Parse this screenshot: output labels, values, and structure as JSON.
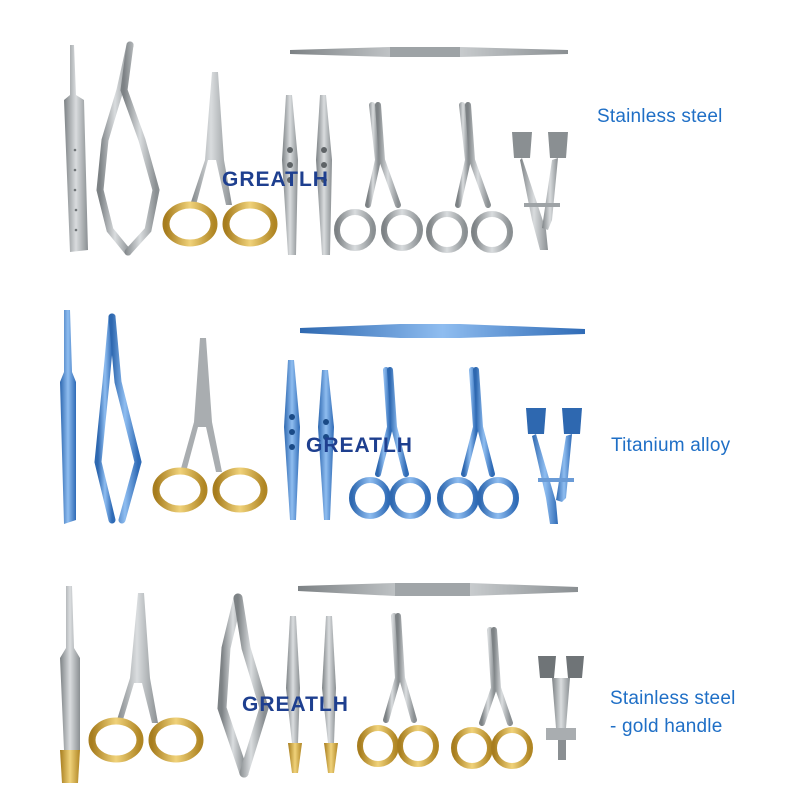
{
  "watermark": "GREATLH",
  "rows": [
    {
      "material": "stainless-steel",
      "label": "Stainless steel",
      "label_line2": ""
    },
    {
      "material": "titanium-alloy",
      "label": "Titanium alloy",
      "label_line2": ""
    },
    {
      "material": "stainless-steel-gold",
      "label": "Stainless steel",
      "label_line2": "- gold handle"
    }
  ],
  "colors": {
    "label_text": "#1f6fc6",
    "watermark_text": "#1e3f8f",
    "steel": "#a9adb0",
    "titanium": "#3b7fd0",
    "gold": "#c9a13a"
  },
  "instruments": [
    "scalpel handle",
    "micro scissors",
    "needle holder",
    "tying forceps",
    "tying forceps",
    "curved scissors",
    "curved scissors",
    "eyelid speculum",
    "double-ended instrument"
  ]
}
